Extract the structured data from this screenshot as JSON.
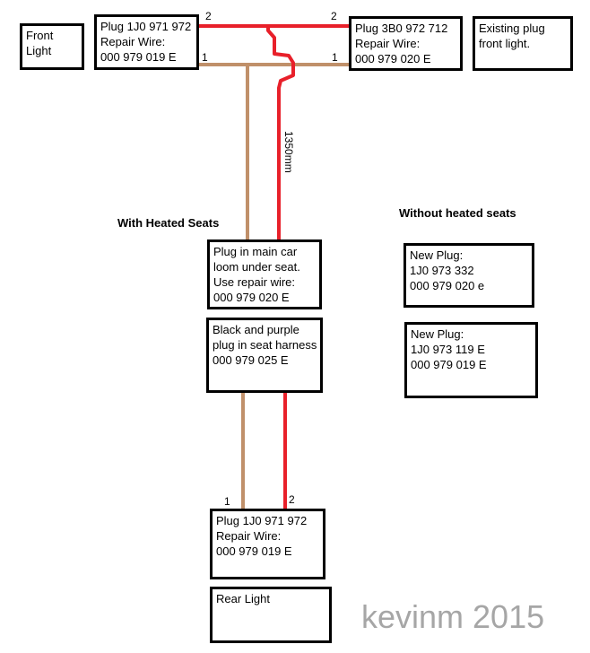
{
  "colors": {
    "red_wire": "#e8202a",
    "brown_wire": "#c0906a",
    "border": "#000000",
    "watermark": "#a6a6a6"
  },
  "boxes": {
    "front_light": [
      "Front",
      "Light"
    ],
    "plug_front_left": [
      "Plug 1J0 971 972",
      "Repair Wire:",
      "000  979 019 E"
    ],
    "plug_front_right": [
      "Plug 3B0 972 712",
      "Repair Wire:",
      "000 979 020 E"
    ],
    "existing_plug": [
      "Existing plug",
      "front light."
    ],
    "main_loom": [
      "Plug in main car",
      "loom under seat.",
      "Use repair wire:",
      "000 979 020 E"
    ],
    "seat_harness": [
      "Black and purple",
      "plug in seat harness",
      "000 979 025 E"
    ],
    "new_plug_1": [
      "New Plug:",
      "1J0 973 332",
      "000 979 020 e"
    ],
    "new_plug_2": [
      "New Plug:",
      "1J0 973 119 E",
      "000 979 019 E"
    ],
    "plug_rear": [
      "Plug 1J0 971 972",
      "Repair Wire:",
      "000 979 019 E"
    ],
    "rear_light": [
      "Rear Light"
    ]
  },
  "headings": {
    "with_heated": "With Heated Seats",
    "without_heated": "Without heated seats"
  },
  "pins": {
    "top_left_2": "2",
    "top_left_1": "1",
    "top_right_2": "2",
    "top_right_1": "1",
    "bottom_1": "1",
    "bottom_2": "2"
  },
  "dimension": "1350mm",
  "watermark": "kevinm 2015"
}
